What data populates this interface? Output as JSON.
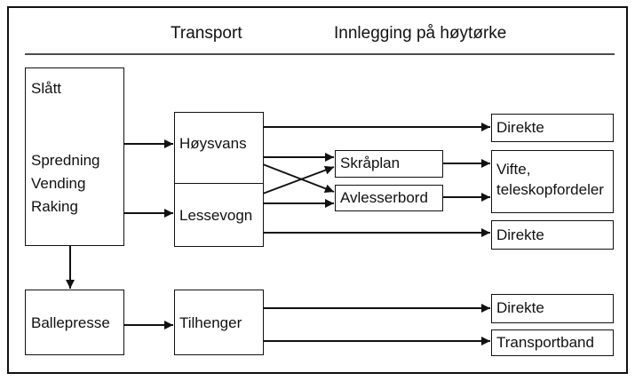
{
  "header": {
    "transport": "Transport",
    "innlegging": "Innlegging på høytørke"
  },
  "nodes": {
    "slatt": "Slått",
    "spredning": "Spredning",
    "vending": "Vending",
    "raking": "Raking",
    "hoysvans": "Høysvans",
    "lessevogn": "Lessevogn",
    "ballepresse": "Ballepresse",
    "tilhenger": "Tilhenger",
    "skraplan": "Skråplan",
    "avlesserbord": "Avlesserbord",
    "direkte_1": "Direkte",
    "vifte_line1": "Vifte,",
    "vifte_line2": "teleskopfordeler",
    "direkte_2": "Direkte",
    "direkte_3": "Direkte",
    "transportband": "Transportband"
  },
  "edges": [
    {
      "from": "field-operations",
      "to": "hoysvans"
    },
    {
      "from": "field-operations",
      "to": "lessevogn"
    },
    {
      "from": "field-operations",
      "to": "ballepresse"
    },
    {
      "from": "hoysvans",
      "to": "direkte_1"
    },
    {
      "from": "hoysvans",
      "to": "skraplan"
    },
    {
      "from": "hoysvans",
      "to": "avlesserbord"
    },
    {
      "from": "lessevogn",
      "to": "skraplan"
    },
    {
      "from": "lessevogn",
      "to": "avlesserbord"
    },
    {
      "from": "lessevogn",
      "to": "direkte_2"
    },
    {
      "from": "skraplan",
      "to": "vifte"
    },
    {
      "from": "avlesserbord",
      "to": "vifte"
    },
    {
      "from": "ballepresse",
      "to": "tilhenger"
    },
    {
      "from": "tilhenger",
      "to": "direkte_3"
    },
    {
      "from": "tilhenger",
      "to": "transportband"
    }
  ]
}
